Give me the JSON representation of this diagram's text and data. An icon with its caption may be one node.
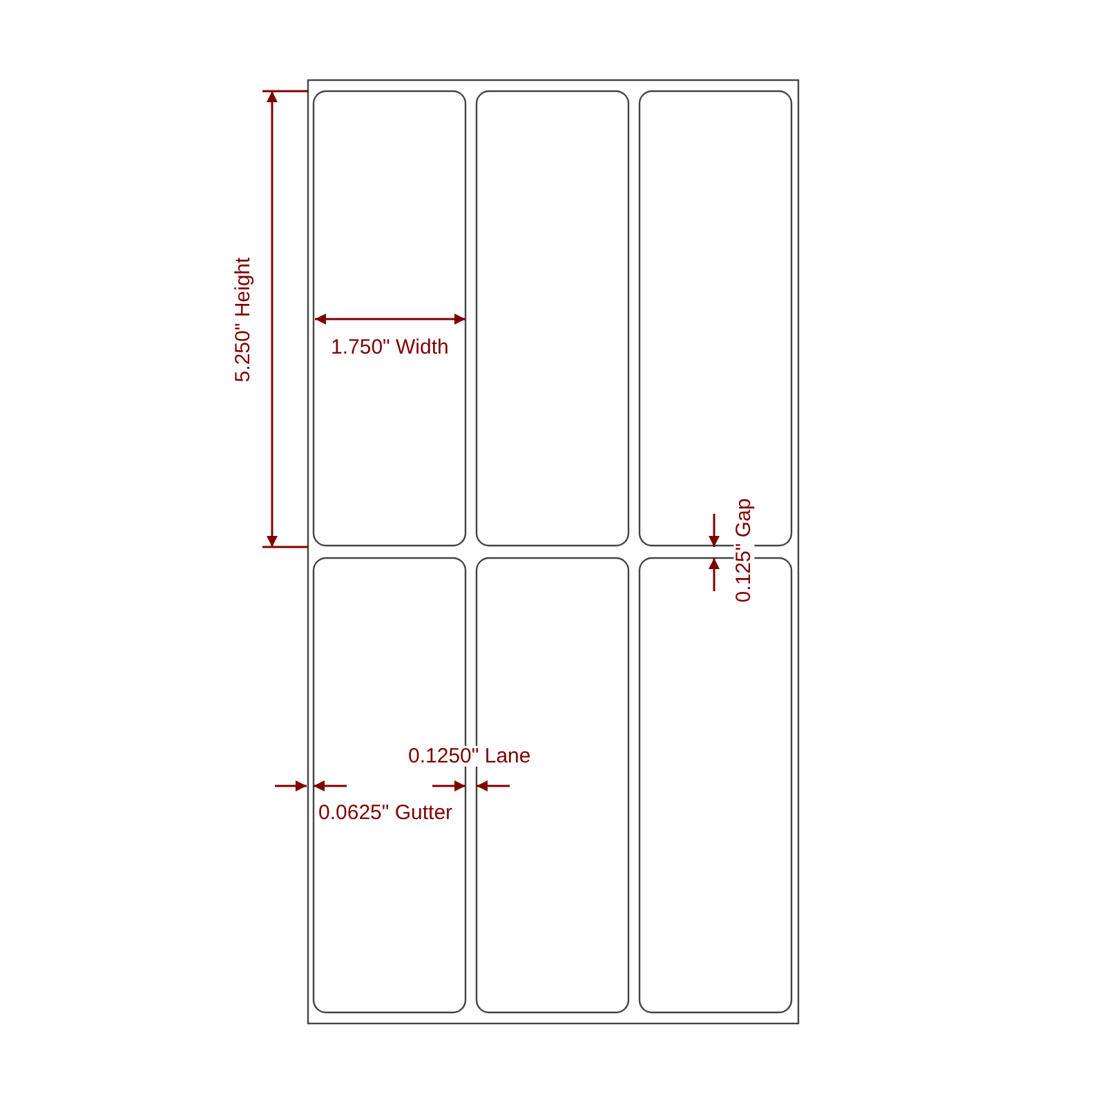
{
  "diagram": {
    "labels": [
      "5.250\" Height",
      "1.750\" Width",
      "0.125\" Gap",
      "0.1250\" Lane",
      "0.0625\" Gutter"
    ]
  }
}
